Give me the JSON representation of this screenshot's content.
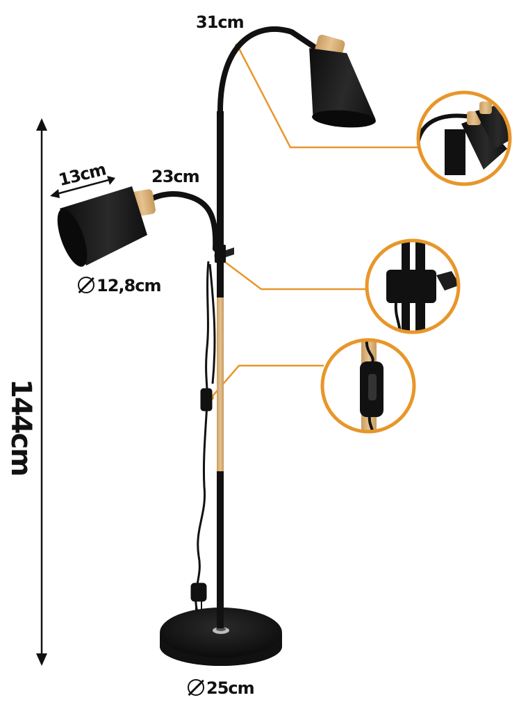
{
  "dimensions": {
    "total_height": "144cm",
    "top_arm_length": "31cm",
    "left_arm_length": "23cm",
    "shade_length": "13cm",
    "shade_diameter": "12,8cm",
    "base_diameter": "25cm"
  },
  "colors": {
    "accent_orange": "#E8962A",
    "lamp_black": "#141414",
    "wood": "#D9B27A"
  },
  "icons": {
    "diameter_symbol": "diameter-icon"
  }
}
